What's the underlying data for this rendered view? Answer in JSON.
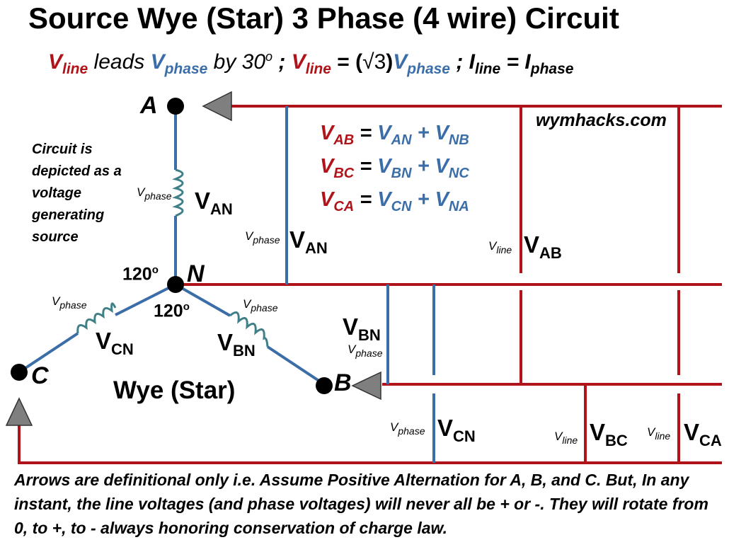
{
  "title": "Source Wye (Star) 3 Phase (4 wire) Circuit",
  "rule": {
    "v": "V",
    "line": "line",
    "leads": " leads ",
    "phase": "phase",
    "by": " by 30",
    "deg": "o",
    "sep1": "  ;  ",
    "eq_open": " = (",
    "root3": "√3",
    "close": ")",
    "sep2": "   ;   ",
    "i": "I",
    "eq": " = "
  },
  "nodes": {
    "a": "A",
    "n": "N",
    "b": "B",
    "c": "C"
  },
  "equations": [
    {
      "lhs_sub": "AB",
      "t1_sub": "AN",
      "t2_sub": "NB"
    },
    {
      "lhs_sub": "BC",
      "t1_sub": "BN",
      "t2_sub": "NC"
    },
    {
      "lhs_sub": "CA",
      "t1_sub": "CN",
      "t2_sub": "NA"
    }
  ],
  "eq_ops": {
    "v": "V",
    "equals": " = ",
    "plus": " + "
  },
  "watermark": "wymhacks.com",
  "note": "Circuit is depicted as a voltage generating source",
  "angle": "120",
  "angle_deg": "o",
  "v_letter": "V",
  "v_phase_sub": "phase",
  "v_line_sub": "line",
  "subs": {
    "an": "AN",
    "ab": "AB",
    "bn": "BN",
    "cn": "CN",
    "bc": "BC",
    "ca": "CA"
  },
  "wye_label": "Wye (Star)",
  "footnote": "Arrows are definitional only i.e. Assume Positive Alternation for A, B, and C. But, In any instant, the line voltages (and phase voltages) will never all be + or -. They will rotate from 0, to +, to - always honoring conservation of charge law.",
  "colors": {
    "line_red": "#b01319",
    "phase_blue": "#3b6ea8",
    "arrow_gray": "#7f7f7f",
    "coil_teal": "#3f7f86"
  }
}
